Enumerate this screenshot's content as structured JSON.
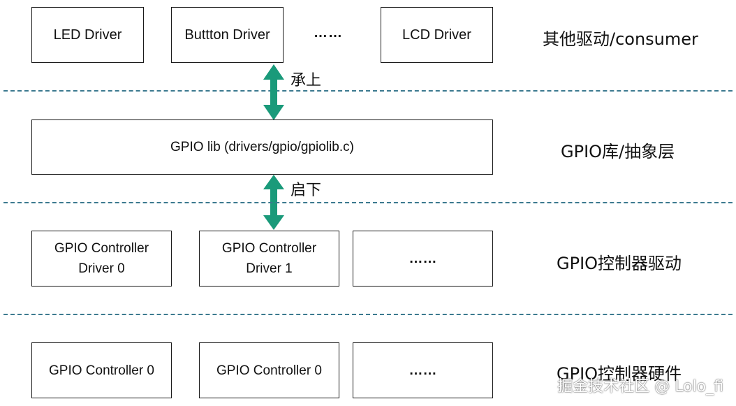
{
  "layer_consumers": {
    "boxes": [
      "LED Driver",
      "Buttton Driver",
      "LCD Driver"
    ],
    "ellipsis": "……",
    "label": "其他驱动/consumer"
  },
  "layer_gpiolib": {
    "box": "GPIO lib (drivers/gpio/gpiolib.c)",
    "label": "GPIO库/抽象层"
  },
  "layer_controller_drivers": {
    "boxes": [
      "GPIO Controller\nDriver 0",
      "GPIO Controller\nDriver 1",
      "……"
    ],
    "label": "GPIO控制器驱动"
  },
  "layer_hardware": {
    "boxes": [
      "GPIO Controller 0",
      "GPIO Controller 0",
      "……"
    ],
    "label": "GPIO控制器硬件"
  },
  "arrows": {
    "upper_label": "承上",
    "lower_label": "启下",
    "color": "#1a9a7a"
  },
  "divider_color": "#3c7a8f",
  "watermark": "掘金技术社区 @ Lolo_fi"
}
